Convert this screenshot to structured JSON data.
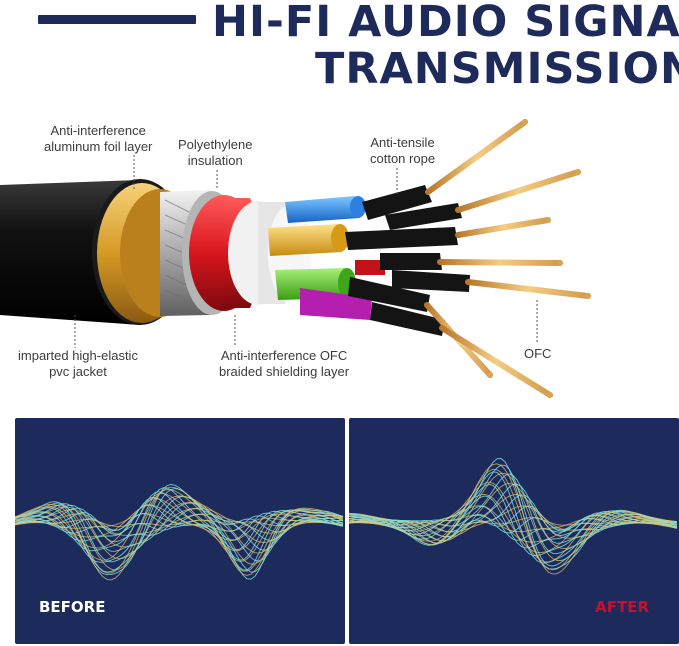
{
  "title": {
    "line1": "HI-FI AUDIO SIGNAL",
    "line2": "TRANSMISSION"
  },
  "labels": {
    "foil": "Anti-interference\naluminum foil layer",
    "polyethylene": "Polyethylene\ninsulation",
    "cotton": "Anti-tensile\ncotton rope",
    "jacket": "imparted high-elastic\npvc jacket",
    "braid": "Anti-interference OFC\nbraided shielding layer",
    "ofc": "OFC"
  },
  "panels": {
    "before": "BEFORE",
    "after": "AFTER"
  },
  "colors": {
    "navy": "#1e2a5a",
    "panel_bg": "#1d2a5c",
    "after_red": "#c8102e",
    "wave_yellow": "#e9c46a",
    "wave_cyan": "#7fe3e0"
  }
}
